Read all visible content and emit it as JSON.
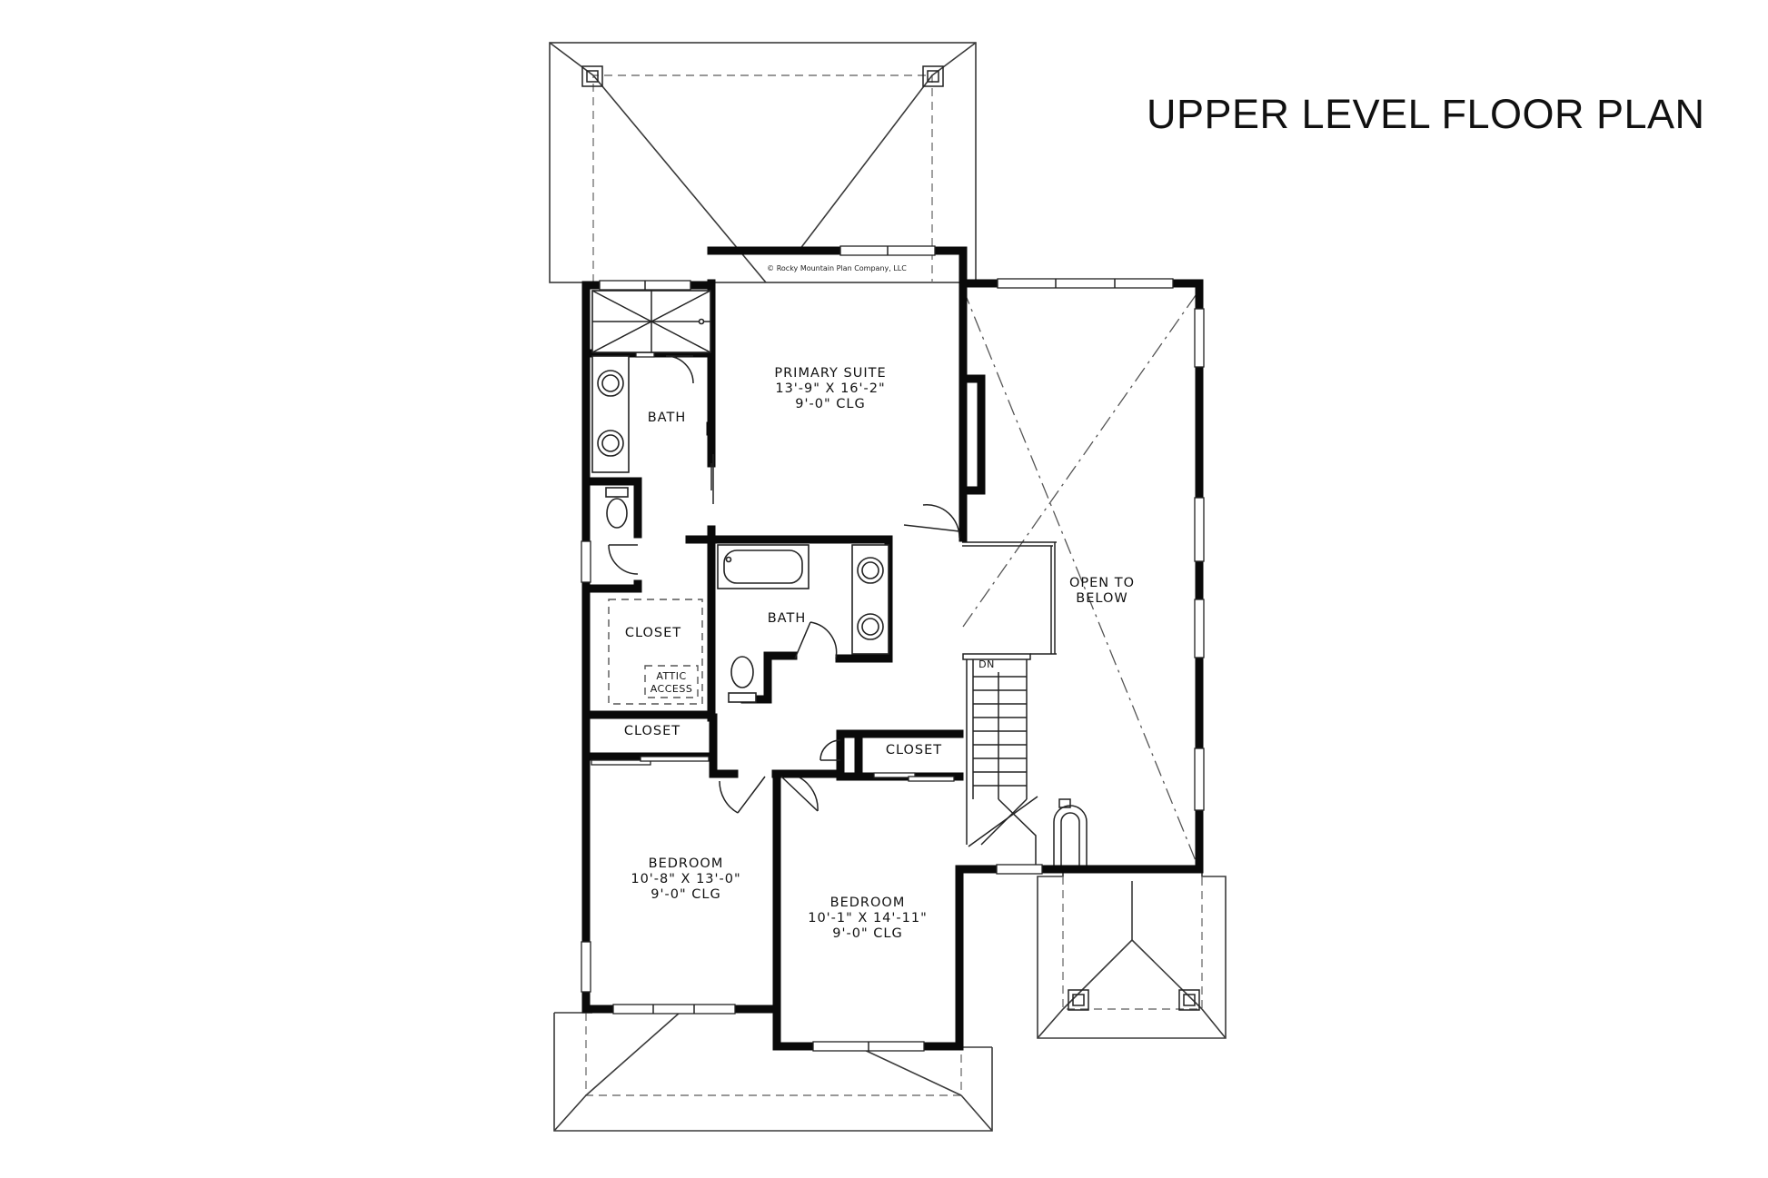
{
  "title": "UPPER LEVEL FLOOR PLAN",
  "copyright": "© Rocky Mountain Plan Company, LLC",
  "rooms": {
    "primary_suite": {
      "name": "PRIMARY SUITE",
      "dims": "13'-9\" X 16'-2\"",
      "ceiling": "9'-0\" CLG"
    },
    "primary_bath": {
      "name": "BATH"
    },
    "closet_main": {
      "name": "CLOSET"
    },
    "attic": {
      "line1": "ATTIC",
      "line2": "ACCESS"
    },
    "hall_bath": {
      "name": "BATH"
    },
    "closet_hall": {
      "name": "CLOSET"
    },
    "closet_small": {
      "name": "CLOSET"
    },
    "bedroom_left": {
      "name": "BEDROOM",
      "dims": "10'-8\" X 13'-0\"",
      "ceiling": "9'-0\" CLG"
    },
    "bedroom_right": {
      "name": "BEDROOM",
      "dims": "10'-1\" X 14'-11\"",
      "ceiling": "9'-0\" CLG"
    },
    "open_below": {
      "line1": "OPEN TO",
      "line2": "BELOW"
    },
    "stair": {
      "label": "DN"
    }
  }
}
